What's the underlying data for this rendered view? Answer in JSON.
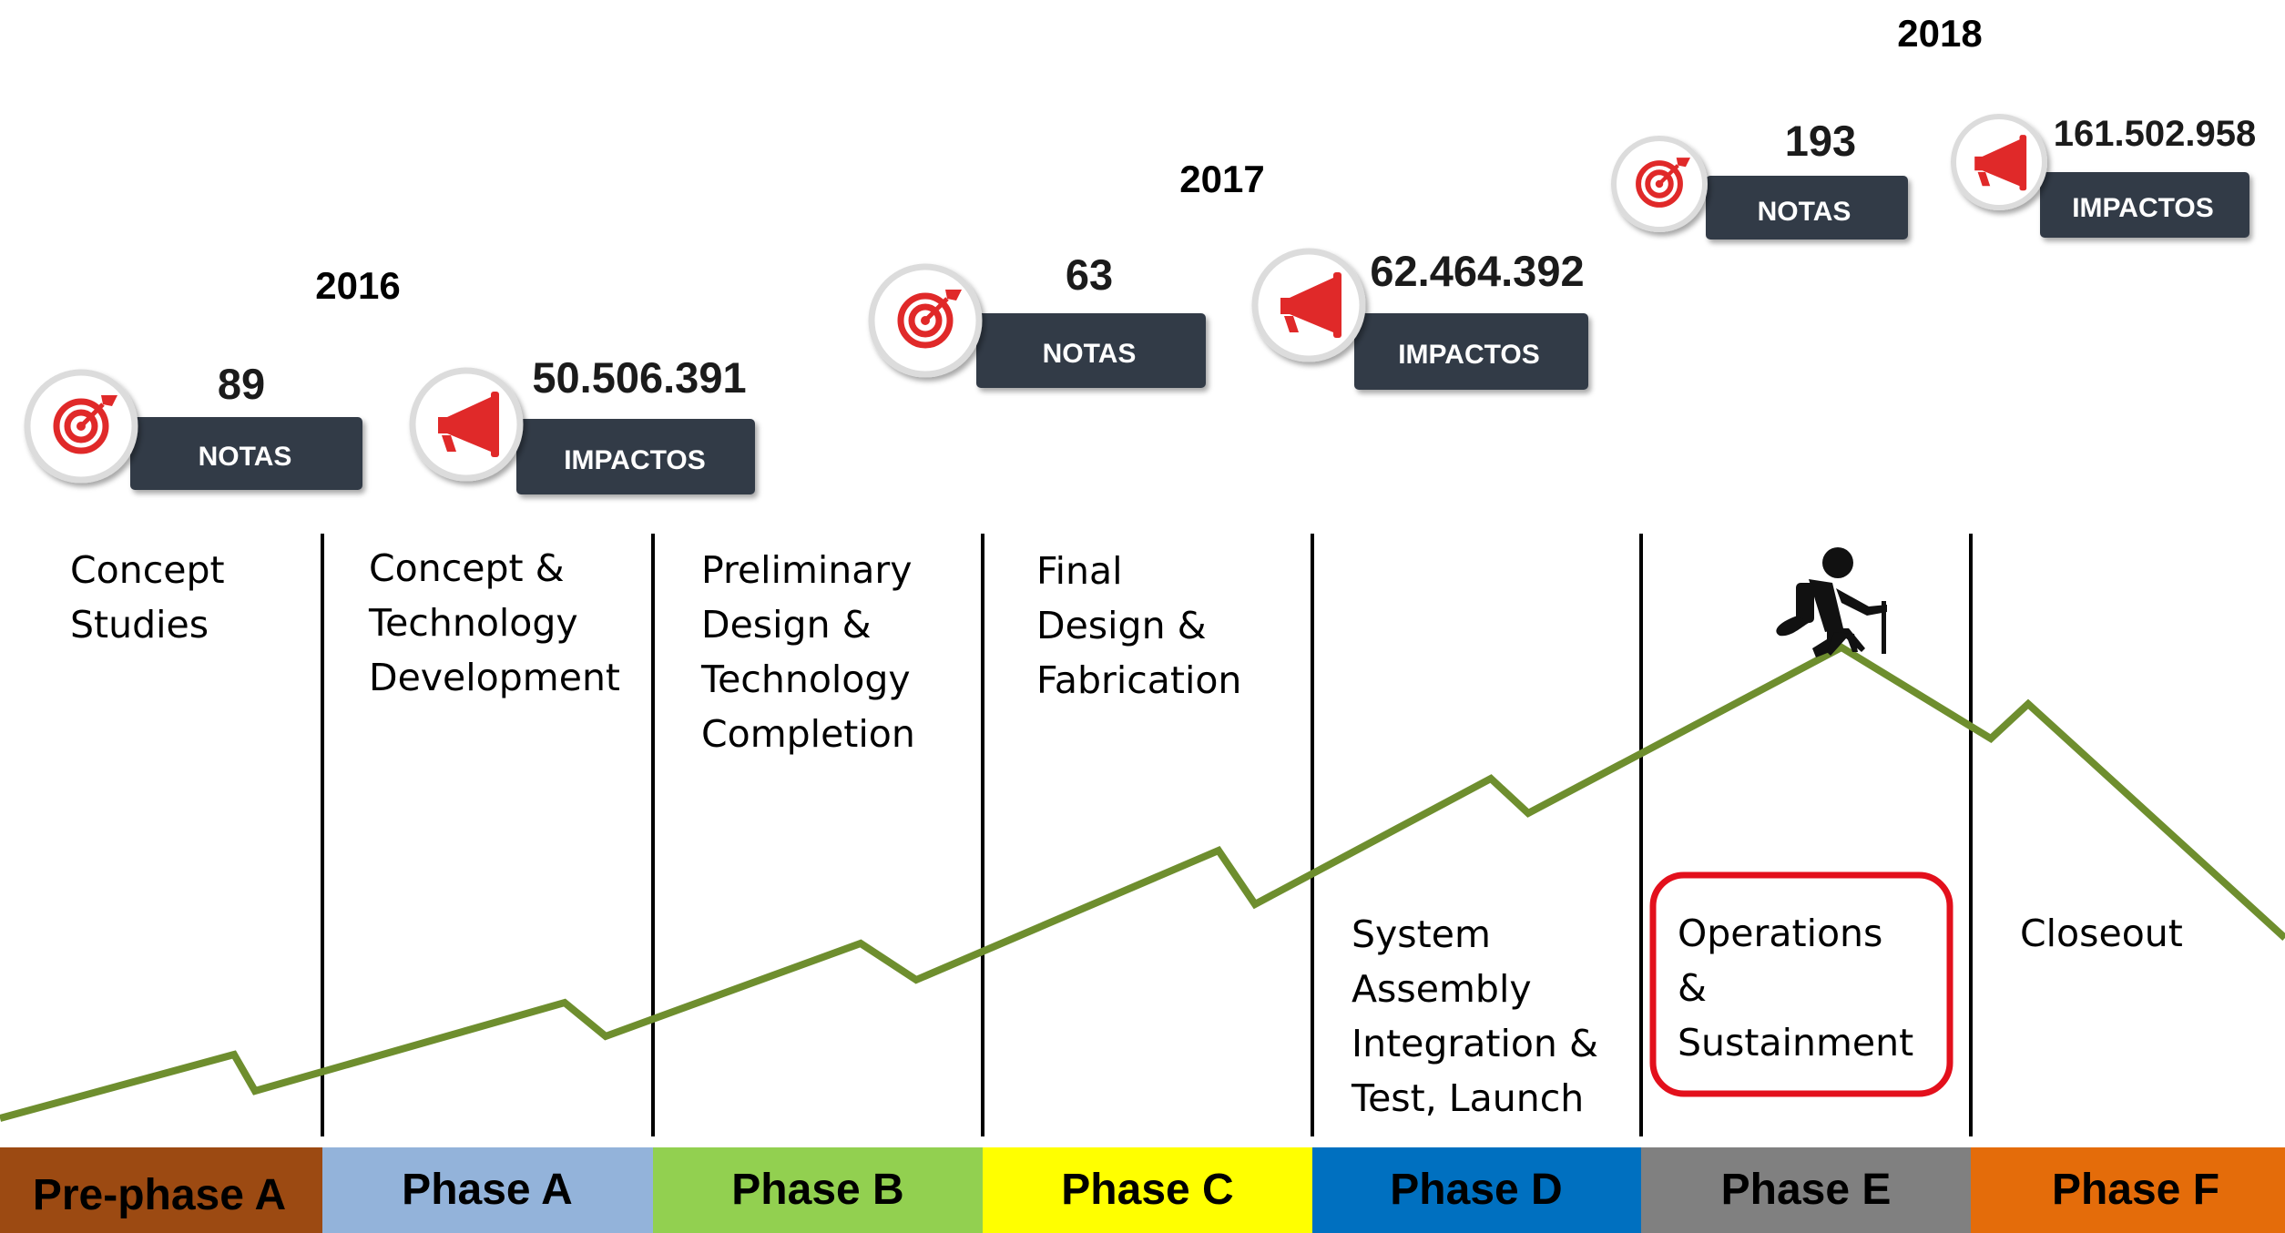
{
  "colors": {
    "badge": "#323a47",
    "icon_ring": "#dcdcdc",
    "icon_red": "#e02929",
    "trend_line": "#6e8e2e",
    "highlight_box": "#e3101c"
  },
  "years": {
    "y2016": "2016",
    "y2017": "2017",
    "y2018": "2018"
  },
  "metrics": [
    {
      "icon": "target-icon",
      "value": "89",
      "label": "NOTAS"
    },
    {
      "icon": "megaphone-icon",
      "value": "50.506.391",
      "label": "IMPACTOS"
    },
    {
      "icon": "target-icon",
      "value": "63",
      "label": "NOTAS"
    },
    {
      "icon": "megaphone-icon",
      "value": "62.464.392",
      "label": "IMPACTOS"
    },
    {
      "icon": "target-icon",
      "value": "193",
      "label": "NOTAS"
    },
    {
      "icon": "megaphone-icon",
      "value": "161.502.958",
      "label": "IMPACTOS"
    }
  ],
  "descriptions": [
    {
      "lines": [
        "Concept",
        "Studies"
      ]
    },
    {
      "lines": [
        "Concept &",
        "Technology",
        "Development"
      ]
    },
    {
      "lines": [
        "Preliminary",
        "Design &",
        "Technology",
        "Completion"
      ]
    },
    {
      "lines": [
        "Final",
        "Design &",
        "Fabrication"
      ]
    },
    {
      "lines": [
        "System",
        "Assembly",
        "Integration &",
        "Test, Launch"
      ]
    },
    {
      "lines": [
        "Operations",
        "&",
        "Sustainment"
      ]
    },
    {
      "lines": [
        "Closeout"
      ]
    }
  ],
  "hiker_icon": "hiker-icon",
  "phases": [
    {
      "label": "Pre-phase A",
      "color": "#9c4a12",
      "text_color": "#000000"
    },
    {
      "label": "Phase A",
      "color": "#93b3da",
      "text_color": "#000000"
    },
    {
      "label": "Phase B",
      "color": "#92d050",
      "text_color": "#000000"
    },
    {
      "label": "Phase C",
      "color": "#ffff00",
      "text_color": "#000000"
    },
    {
      "label": "Phase D",
      "color": "#0070c0",
      "text_color": "#000000"
    },
    {
      "label": "Phase E",
      "color": "#808080",
      "text_color": "#000000"
    },
    {
      "label": "Phase F",
      "color": "#e46c0a",
      "text_color": "#000000"
    }
  ]
}
